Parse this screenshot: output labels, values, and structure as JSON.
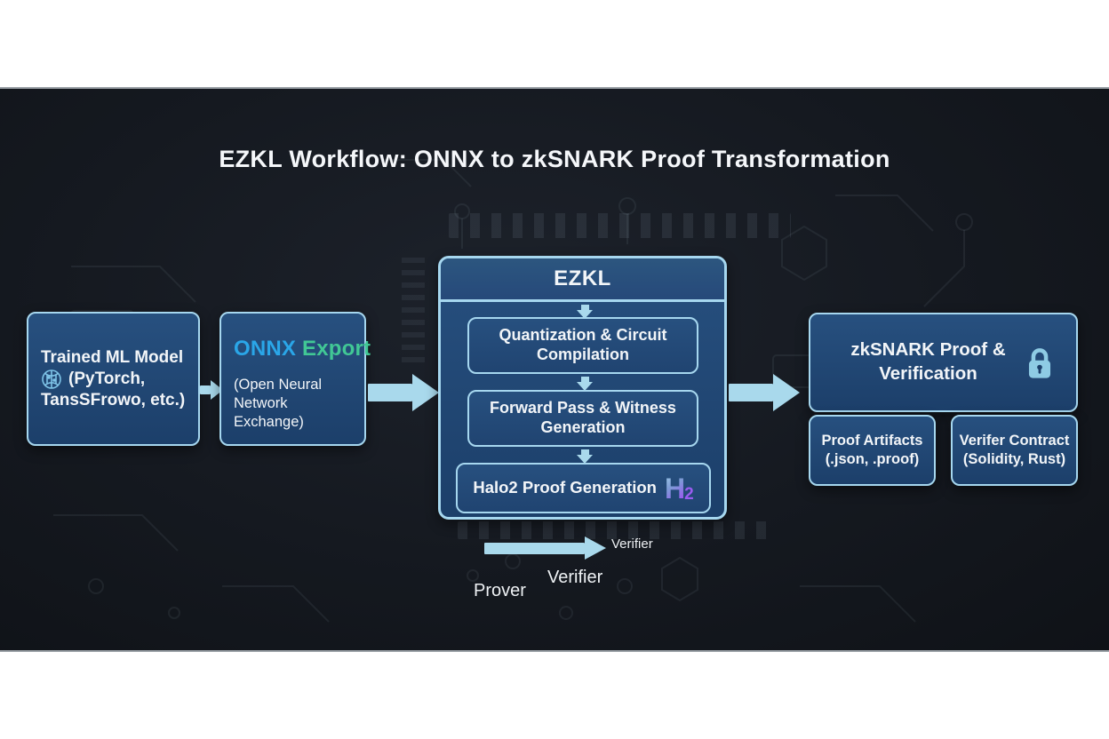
{
  "title": "EZKL Workflow: ONNX to zkSNARK Proof Transformation",
  "colors": {
    "box_fill": "#1c3f6a",
    "box_border": "#a6d7ef",
    "arrow": "#a9d9ec",
    "onnx_blue": "#2aa6e8",
    "onnx_green": "#41c795",
    "halo2_purple": "#9a5cf0",
    "text": "#f2f5f8",
    "stage_bg": "#14171d"
  },
  "icons": {
    "model": "neural-network-icon",
    "zksnark": "lock-icon"
  },
  "nodes": {
    "trained_model": {
      "line1": "Trained ML Model",
      "line2": "(PyTorch,",
      "line3": "TansSFrowo, etc.)"
    },
    "onnx_export": {
      "title_blue": "ONNX",
      "title_green": " Export",
      "subtitle_line1": "(Open Neural",
      "subtitle_line2": "Network Exchange)"
    },
    "ezkl": {
      "title": "EZKL",
      "steps": [
        {
          "label": "Quantization & Circuit Compilation"
        },
        {
          "label": "Forward Pass & Witness Generation"
        },
        {
          "label": "Halo2 Proof Generation"
        }
      ]
    },
    "halo2_logo": {
      "h": "H",
      "sub": "2"
    },
    "zksnark": {
      "label": "zkSNARK Proof & Verification"
    },
    "proof_artifacts": {
      "line1": "Proof Artifacts",
      "line2": "(.json, .proof)"
    },
    "verifier_contract": {
      "line1": "Verifer Contract",
      "line2": "(Solidity, Rust)"
    }
  },
  "labels": {
    "arrow_verifier": "Verifier",
    "verifier": "Verifier",
    "prover": "Prover"
  }
}
